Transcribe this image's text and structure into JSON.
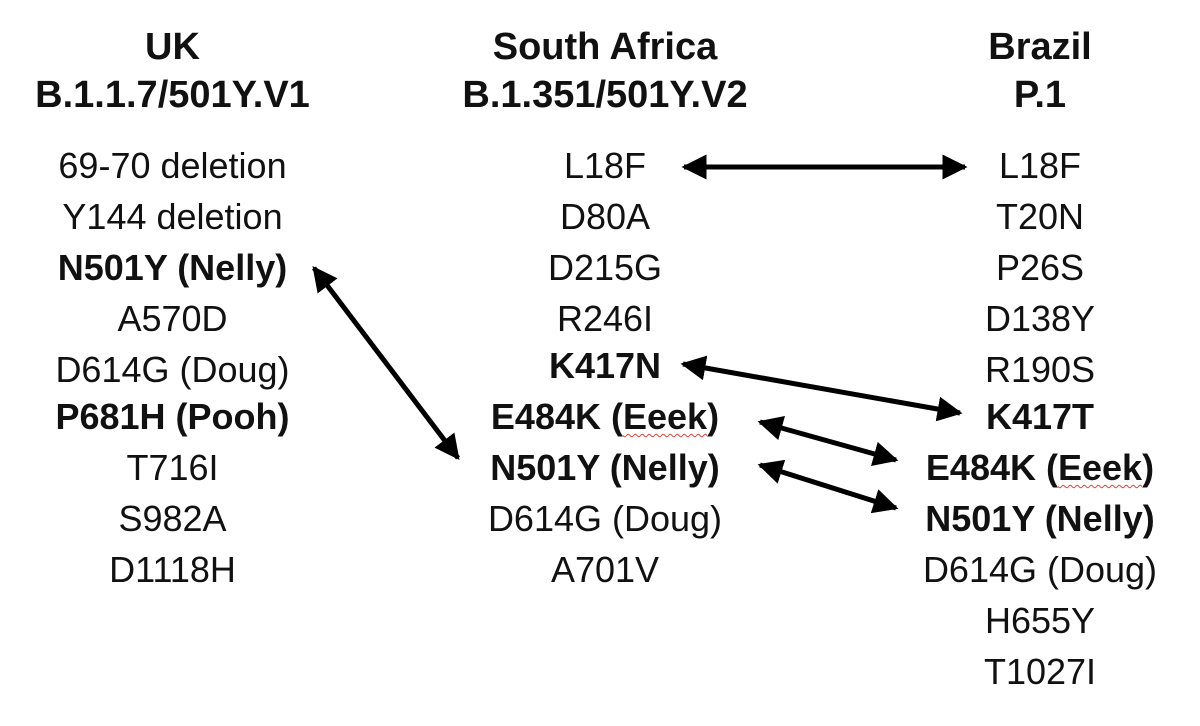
{
  "columns": [
    {
      "country": "UK",
      "lineage": "B.1.1.7/501Y.V1",
      "mutations": [
        {
          "label": "69-70 deletion",
          "bold": false
        },
        {
          "label": "Y144 deletion",
          "bold": false
        },
        {
          "label": "N501Y (Nelly)",
          "bold": true
        },
        {
          "label": "A570D",
          "bold": false
        },
        {
          "label": "D614G (Doug)",
          "bold": false
        },
        {
          "label": "P681H (Pooh)",
          "bold": true
        },
        {
          "label": "T716I",
          "bold": false
        },
        {
          "label": "S982A",
          "bold": false
        },
        {
          "label": "D1118H",
          "bold": false
        }
      ]
    },
    {
      "country": "South Africa",
      "lineage": "B.1.351/501Y.V2",
      "mutations": [
        {
          "label": "L18F",
          "bold": false
        },
        {
          "label": "D80A",
          "bold": false
        },
        {
          "label": "D215G",
          "bold": false
        },
        {
          "label": "R246I",
          "bold": false
        },
        {
          "label": "K417N",
          "bold": true
        },
        {
          "label": "E484K (Eeek)",
          "bold": true
        },
        {
          "label": "N501Y (Nelly)",
          "bold": true
        },
        {
          "label": "D614G (Doug)",
          "bold": false
        },
        {
          "label": "A701V",
          "bold": false
        }
      ]
    },
    {
      "country": "Brazil",
      "lineage": "P.1",
      "mutations": [
        {
          "label": "L18F",
          "bold": false
        },
        {
          "label": "T20N",
          "bold": false
        },
        {
          "label": "P26S",
          "bold": false
        },
        {
          "label": "D138Y",
          "bold": false
        },
        {
          "label": "R190S",
          "bold": false
        },
        {
          "label": "K417T",
          "bold": true
        },
        {
          "label": "E484K (Eeek)",
          "bold": true
        },
        {
          "label": "N501Y (Nelly)",
          "bold": true
        },
        {
          "label": "D614G (Doug)",
          "bold": false
        },
        {
          "label": "H655Y",
          "bold": false
        },
        {
          "label": "T1027I",
          "bold": false
        }
      ]
    }
  ],
  "links": [
    {
      "from": "South Africa: L18F",
      "to": "Brazil: L18F",
      "arrow_style": "double-headed"
    },
    {
      "from": "UK: N501Y (Nelly)",
      "to": "South Africa: N501Y (Nelly)",
      "arrow_style": "double-headed"
    },
    {
      "from": "South Africa: K417N",
      "to": "Brazil: K417T",
      "arrow_style": "double-headed"
    },
    {
      "from": "South Africa: E484K (Eeek)",
      "to": "Brazil: E484K (Eeek)",
      "arrow_style": "double-headed"
    },
    {
      "from": "South Africa: N501Y (Nelly)",
      "to": "Brazil: N501Y (Nelly)",
      "arrow_style": "double-headed"
    }
  ],
  "colors": {
    "text": "#111111",
    "arrow": "#000000",
    "spell_underline": "#e0433a"
  }
}
